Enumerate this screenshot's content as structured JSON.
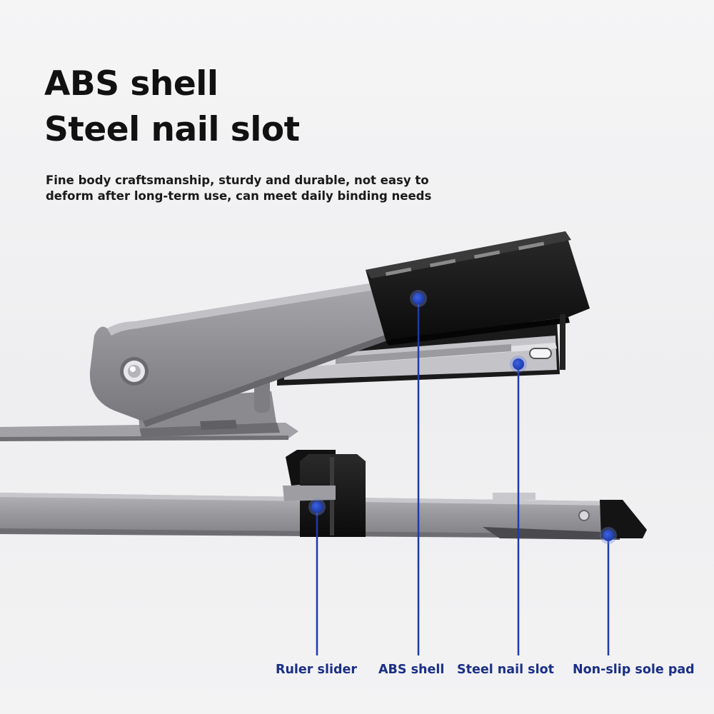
{
  "heading": {
    "line1": "ABS shell",
    "line2": "Steel nail slot"
  },
  "description": {
    "line1": "Fine body craftsmanship, sturdy and durable, not easy to",
    "line2": "deform after long-term use, can meet daily binding needs"
  },
  "callouts": [
    {
      "label": "Ruler slider"
    },
    {
      "label": "ABS shell"
    },
    {
      "label": "Steel nail slot"
    },
    {
      "label": "Non-slip sole pad"
    }
  ],
  "colors": {
    "callout_blue": "#1f3aa8",
    "label_blue": "#1b2f86",
    "stapler_gray": "#8e8e92",
    "shell_black": "#141414"
  },
  "icons": [
    "pivot-screw-icon",
    "callout-dot-icon"
  ]
}
